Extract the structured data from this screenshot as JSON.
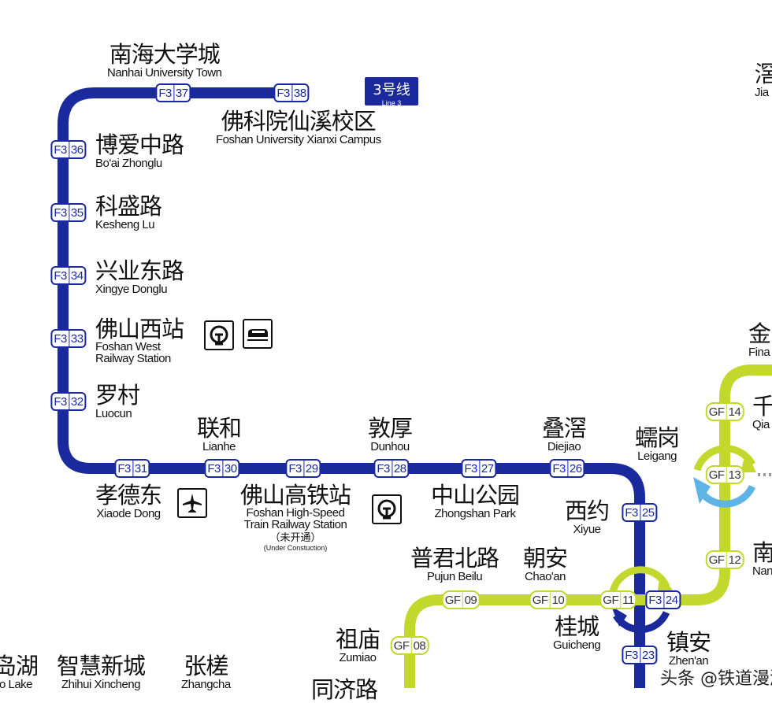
{
  "line_badge": {
    "zh": "3号线",
    "en": "Line 3"
  },
  "colors": {
    "line3": "#1a2a9c",
    "guangfo": "#c3d82c",
    "transfer_alt": "#5fb4e6"
  },
  "line3_badges": [
    {
      "prefix": "F3",
      "num": "38"
    },
    {
      "prefix": "F3",
      "num": "37"
    },
    {
      "prefix": "F3",
      "num": "36"
    },
    {
      "prefix": "F3",
      "num": "35"
    },
    {
      "prefix": "F3",
      "num": "34"
    },
    {
      "prefix": "F3",
      "num": "33"
    },
    {
      "prefix": "F3",
      "num": "32"
    },
    {
      "prefix": "F3",
      "num": "31"
    },
    {
      "prefix": "F3",
      "num": "30"
    },
    {
      "prefix": "F3",
      "num": "29"
    },
    {
      "prefix": "F3",
      "num": "28"
    },
    {
      "prefix": "F3",
      "num": "27"
    },
    {
      "prefix": "F3",
      "num": "26"
    },
    {
      "prefix": "F3",
      "num": "25"
    },
    {
      "prefix": "F3",
      "num": "24"
    },
    {
      "prefix": "F3",
      "num": "23"
    }
  ],
  "gf_badges": [
    {
      "prefix": "GF",
      "num": "08"
    },
    {
      "prefix": "GF",
      "num": "09"
    },
    {
      "prefix": "GF",
      "num": "10"
    },
    {
      "prefix": "GF",
      "num": "11"
    },
    {
      "prefix": "GF",
      "num": "12"
    },
    {
      "prefix": "GF",
      "num": "13"
    },
    {
      "prefix": "GF",
      "num": "14"
    }
  ],
  "stations": [
    {
      "zh": "南海大学城",
      "en": "Nanhai University Town"
    },
    {
      "zh": "佛科院仙溪校区",
      "en": "Foshan University Xianxi Campus"
    },
    {
      "zh": "博爱中路",
      "en": "Bo'ai Zhonglu"
    },
    {
      "zh": "科盛路",
      "en": "Kesheng Lu"
    },
    {
      "zh": "兴业东路",
      "en": "Xingye Donglu"
    },
    {
      "zh": "佛山西站",
      "en": "Foshan West",
      "en2": "Railway Station"
    },
    {
      "zh": "罗村",
      "en": "Luocun"
    },
    {
      "zh": "孝德东",
      "en": "Xiaode Dong"
    },
    {
      "zh": "联和",
      "en": "Lianhe"
    },
    {
      "zh": "佛山高铁站",
      "en": "Foshan High-Speed",
      "en2": "Train Railway Station",
      "note_zh": "（未开通）",
      "note_en": "(Under Constuction)"
    },
    {
      "zh": "敦厚",
      "en": "Dunhou"
    },
    {
      "zh": "中山公园",
      "en": "Zhongshan Park"
    },
    {
      "zh": "叠滘",
      "en": "Diejiao"
    },
    {
      "zh": "西约",
      "en": "Xiyue"
    },
    {
      "zh": "蠕岗",
      "en": "Leigang"
    },
    {
      "zh": "普君北路",
      "en": "Pujun Beilu"
    },
    {
      "zh": "朝安",
      "en": "Chao'an"
    },
    {
      "zh": "桂城",
      "en": "Guicheng"
    },
    {
      "zh": "祖庙",
      "en": "Zumiao"
    },
    {
      "zh": "镇安",
      "en": "Zhen'an"
    },
    {
      "zh": "岛湖",
      "en": "o Lake"
    },
    {
      "zh": "智慧新城",
      "en": "Zhihui Xincheng"
    },
    {
      "zh": "张槎",
      "en": "Zhangcha"
    },
    {
      "zh": "同济路",
      "en": ""
    },
    {
      "zh": "滘",
      "en": "Jia"
    },
    {
      "zh": "金",
      "en": "Fina"
    },
    {
      "zh": "千",
      "en": "Qia"
    },
    {
      "zh": "南",
      "en": "Nan"
    }
  ],
  "watermark": "头条 @铁道漫游"
}
